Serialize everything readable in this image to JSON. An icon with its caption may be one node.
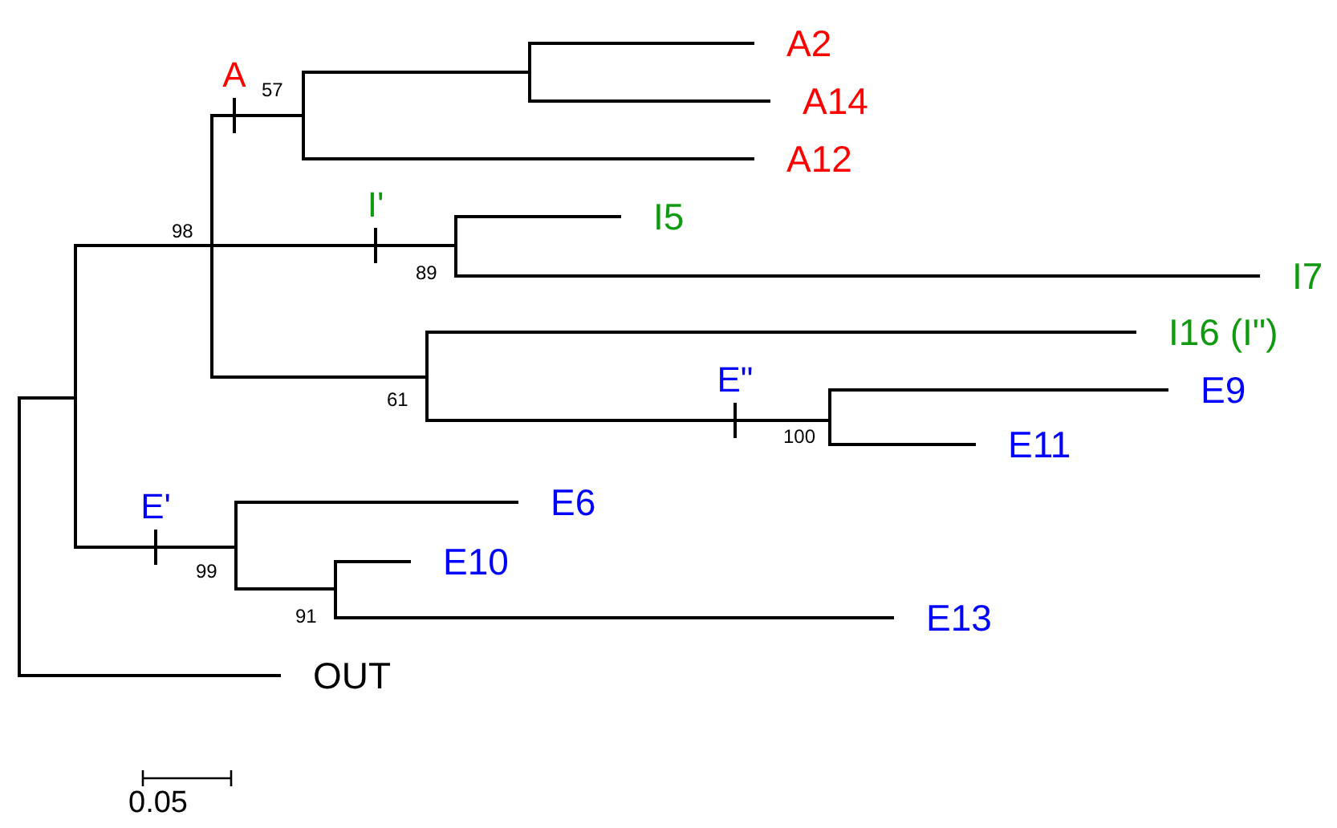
{
  "diagram": {
    "nodes": [
      {
        "text": [],
        "shape": "bar"
      },
      {
        "text": [],
        "shape": "bar"
      },
      {
        "text": [],
        "shape": "bar",
        "beside": [
          "98"
        ]
      },
      {
        "text": [],
        "shape": "bar",
        "beside": [
          "57"
        ]
      },
      {
        "text": [],
        "shape": "bar"
      },
      {
        "text": [
          "A2"
        ]
      },
      {
        "text": [
          "A14"
        ]
      },
      {
        "text": [
          "A12"
        ]
      },
      {
        "text": [],
        "shape": "bar",
        "beside": [
          "89"
        ]
      },
      {
        "text": [
          "I5"
        ]
      },
      {
        "text": [
          "I7"
        ]
      },
      {
        "text": [],
        "shape": "bar",
        "beside": [
          "61"
        ]
      },
      {
        "text": [
          "I16 (I\")"
        ]
      },
      {
        "text": [],
        "shape": "bar",
        "beside": [
          "100"
        ]
      },
      {
        "text": [
          "E9"
        ]
      },
      {
        "text": [
          "E11"
        ]
      },
      {
        "text": [],
        "shape": "bar",
        "beside": [
          "99"
        ]
      },
      {
        "text": [
          "E6"
        ]
      },
      {
        "text": [],
        "shape": "bar",
        "beside": [
          "91"
        ]
      },
      {
        "text": [
          "E10"
        ]
      },
      {
        "text": [
          "E13"
        ]
      },
      {
        "text": [
          "OUT"
        ]
      }
    ],
    "edges": [
      {
        "from": 0,
        "to": 1,
        "arrow": "none"
      },
      {
        "from": 0,
        "to": 21,
        "arrow": "none"
      },
      {
        "from": 1,
        "to": 2,
        "arrow": "none"
      },
      {
        "from": 1,
        "to": 16,
        "arrow": "none",
        "label": "E'"
      },
      {
        "from": 2,
        "to": 3,
        "arrow": "none",
        "label": "A"
      },
      {
        "from": 2,
        "to": 8,
        "arrow": "none",
        "label": "I'"
      },
      {
        "from": 2,
        "to": 11,
        "arrow": "none"
      },
      {
        "from": 3,
        "to": 4,
        "arrow": "none"
      },
      {
        "from": 3,
        "to": 7,
        "arrow": "none"
      },
      {
        "from": 4,
        "to": 5,
        "arrow": "none"
      },
      {
        "from": 4,
        "to": 6,
        "arrow": "none"
      },
      {
        "from": 8,
        "to": 9,
        "arrow": "none"
      },
      {
        "from": 8,
        "to": 10,
        "arrow": "none"
      },
      {
        "from": 11,
        "to": 12,
        "arrow": "none"
      },
      {
        "from": 11,
        "to": 13,
        "arrow": "none",
        "label": "E\""
      },
      {
        "from": 13,
        "to": 14,
        "arrow": "none"
      },
      {
        "from": 13,
        "to": 15,
        "arrow": "none"
      },
      {
        "from": 16,
        "to": 17,
        "arrow": "none"
      },
      {
        "from": 16,
        "to": 18,
        "arrow": "none"
      },
      {
        "from": 18,
        "to": 19,
        "arrow": "none"
      },
      {
        "from": 18,
        "to": 20,
        "arrow": "none"
      }
    ],
    "labels": [
      "0.05"
    ]
  }
}
